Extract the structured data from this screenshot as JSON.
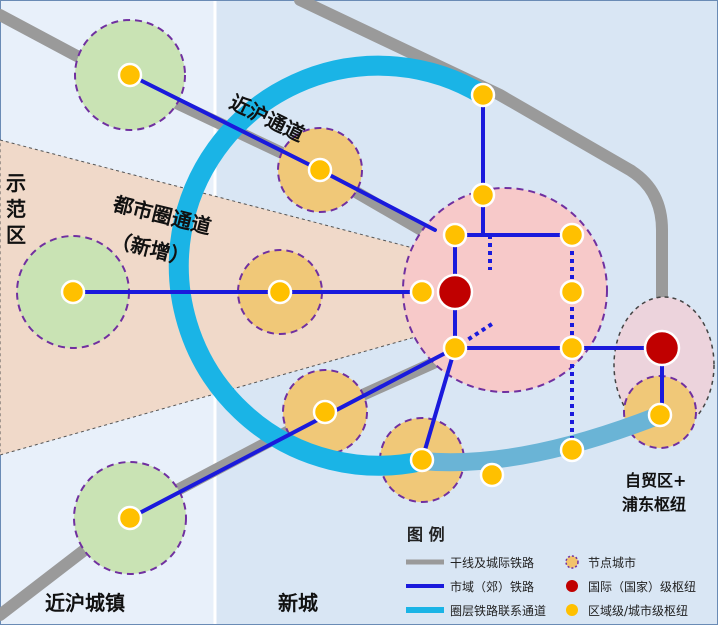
{
  "labels": {
    "jinhu_tongdao": "近沪通道",
    "dushiquan_line1": "都市圈通道",
    "dushiquan_line2": "（新增）",
    "shifanqu": [
      "示",
      "范",
      "区"
    ],
    "jinhu_chengzhen": "近沪城镇",
    "xincheng": "新城",
    "zimaoqu_line1": "自贸区+",
    "zimaoqu_line2": "浦东枢纽"
  },
  "legend": {
    "title": "图 例",
    "items": [
      {
        "label": "干线及城际铁路",
        "symbol": "gray-line",
        "color": "#9a9a9a"
      },
      {
        "label": "节点城市",
        "symbol": "node-city-circle",
        "color": "#f2c36b"
      },
      {
        "label": "市域（郊）铁路",
        "symbol": "blue-line",
        "color": "#1a1adc"
      },
      {
        "label": "国际（国家）级枢纽",
        "symbol": "red-dot",
        "color": "#c00000"
      },
      {
        "label": "圈层铁路联系通道",
        "symbol": "cyan-line",
        "color": "#1ab4e6"
      },
      {
        "label": "区域级/城市级枢纽",
        "symbol": "yellow-dot",
        "color": "#ffc000"
      }
    ]
  },
  "colors": {
    "mainline": "#9a9a9a",
    "suburban": "#1a1adc",
    "ring": "#1ab4e6",
    "intl_hub": "#c00000",
    "regional_hub": "#ffc000",
    "node_city": "#f2c36b",
    "core_zone": "#f7c9c9",
    "green_zone": "#c9e3b4",
    "corridor": "#f0d9c9"
  }
}
